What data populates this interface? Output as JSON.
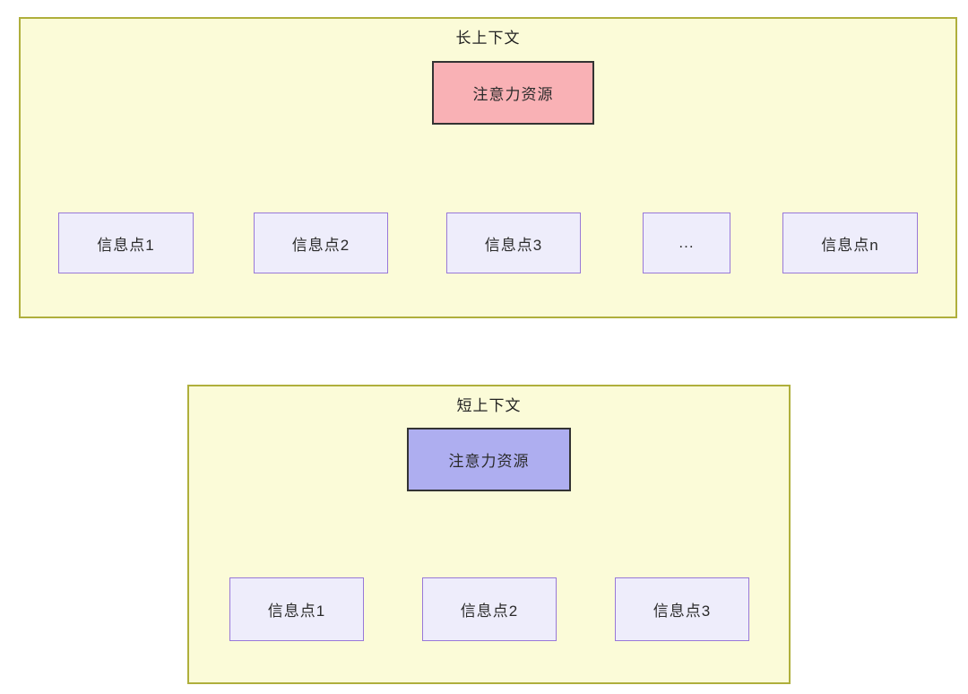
{
  "diagram": {
    "long_context": {
      "title": "长上下文",
      "attention_label": "注意力资源",
      "nodes": [
        "信息点1",
        "信息点2",
        "信息点3",
        "...",
        "信息点n"
      ]
    },
    "short_context": {
      "title": "短上下文",
      "attention_label": "注意力资源",
      "nodes": [
        "信息点1",
        "信息点2",
        "信息点3"
      ]
    },
    "colors": {
      "panel_bg": "#FBFBD8",
      "panel_border": "#AFAF3C",
      "attention_long_bg": "#F9B1B5",
      "attention_short_bg": "#AEAEF0",
      "attention_border": "#333333",
      "node_bg": "#EEEDFB",
      "node_border": "#9878D8",
      "arrow": "#333333",
      "text": "#222222"
    }
  }
}
